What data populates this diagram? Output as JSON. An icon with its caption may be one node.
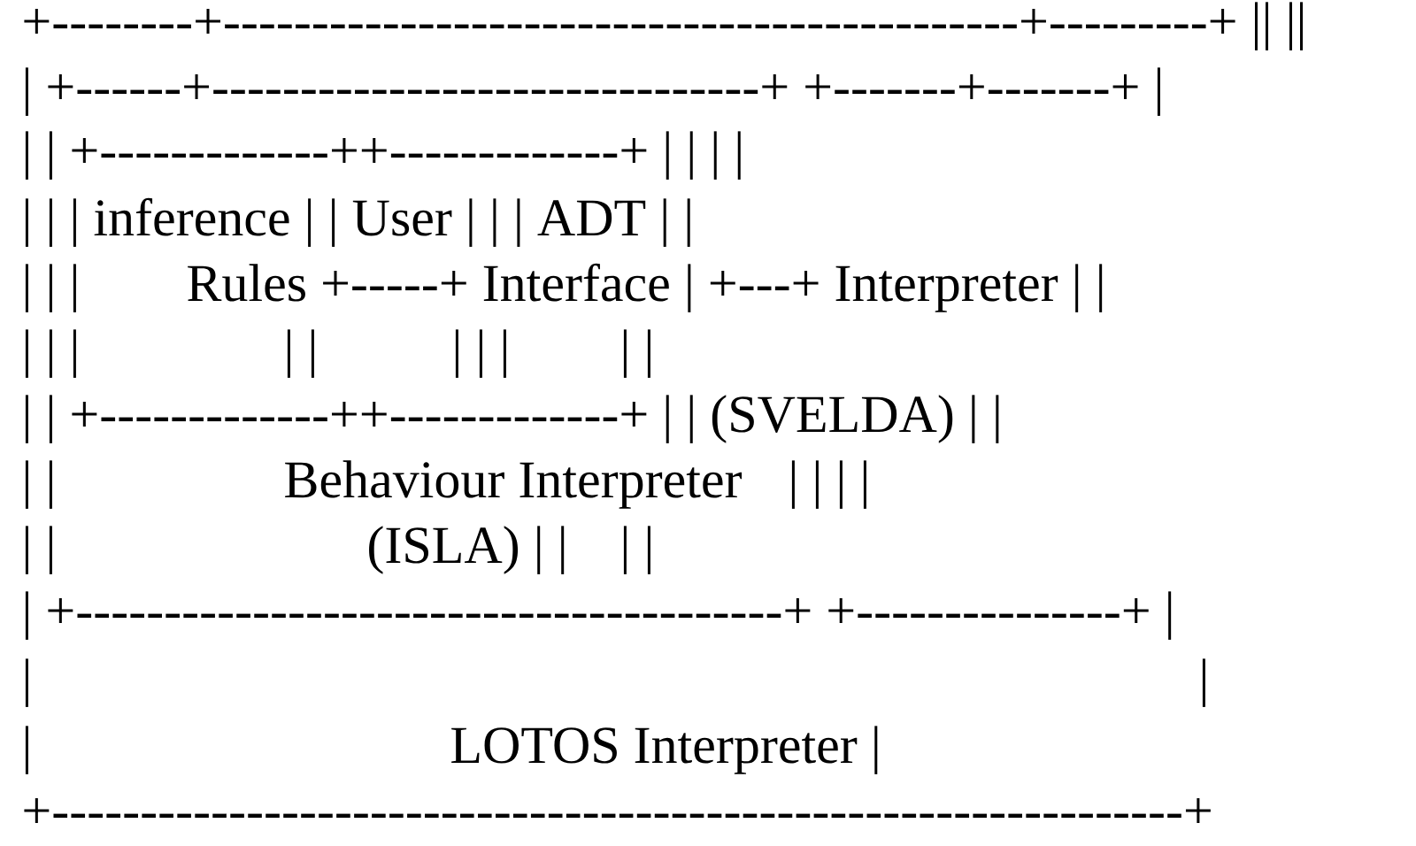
{
  "diagram": {
    "labels": [
      "+--------+---------------------------------------------+---------+ || ||",
      "| +------+-------------------------------+ +-------+-------+ |",
      "| | +-------------++-------------+ | | | |",
      "| | | inference | | User | | | ADT | |",
      "| | |",
      "Rules +-----+ Interface | +---+ Interpreter | |",
      "| | |",
      "| |",
      "| | |",
      "| |",
      "| | +-------------++-------------+ | | (SVELDA) | |",
      "| |",
      "Behaviour Interpreter",
      "| | | |",
      "| |",
      "(ISLA) | |",
      "| |",
      "| +----------------------------------------+ +---------------+ |",
      "|",
      "|",
      "|",
      "LOTOS Interpreter |",
      "+----------------------------------------------------------------+"
    ]
  }
}
